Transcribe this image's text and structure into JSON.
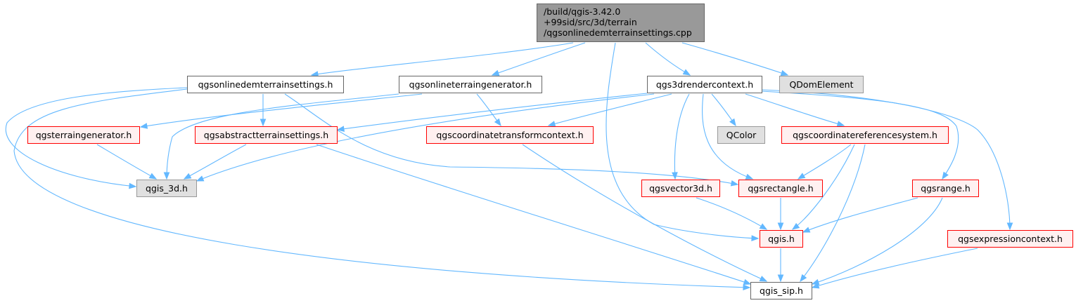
{
  "colors": {
    "edge": "#63b8ff",
    "root_fill": "#999999",
    "root_border": "#666666",
    "normal_fill": "#ffffff",
    "normal_border": "#666666",
    "truncated_fill": "#fff0f0",
    "truncated_border": "#ff0000",
    "external_fill": "#e0e0e0",
    "external_border": "#999999"
  },
  "nodes": {
    "root": {
      "lines": [
        "/build/qgis-3.42.0",
        "+99sid/src/3d/terrain",
        "/qgsonlinedemterrainsettings.cpp"
      ],
      "style": "root"
    },
    "onlinedemsettings_h": {
      "lines": [
        "qgsonlinedemterrainsettings.h"
      ],
      "style": "normal"
    },
    "onlineterraingen_h": {
      "lines": [
        "qgsonlineterraingenerator.h"
      ],
      "style": "normal"
    },
    "renderctx_h": {
      "lines": [
        "qgs3drendercontext.h"
      ],
      "style": "normal"
    },
    "qdomelement": {
      "lines": [
        "QDomElement"
      ],
      "style": "external"
    },
    "terraingen_h": {
      "lines": [
        "qgsterraingenerator.h"
      ],
      "style": "truncated"
    },
    "abstractterrain_h": {
      "lines": [
        "qgsabstractterrainsettings.h"
      ],
      "style": "truncated"
    },
    "coordxformctx_h": {
      "lines": [
        "qgscoordinatetransformcontext.h"
      ],
      "style": "truncated"
    },
    "qcolor": {
      "lines": [
        "QColor"
      ],
      "style": "external"
    },
    "crs_h": {
      "lines": [
        "qgscoordinatereferencesystem.h"
      ],
      "style": "truncated"
    },
    "qgis3d_h": {
      "lines": [
        "qgis_3d.h"
      ],
      "style": "external"
    },
    "vector3d_h": {
      "lines": [
        "qgsvector3d.h"
      ],
      "style": "truncated"
    },
    "rectangle_h": {
      "lines": [
        "qgsrectangle.h"
      ],
      "style": "truncated"
    },
    "range_h": {
      "lines": [
        "qgsrange.h"
      ],
      "style": "truncated"
    },
    "qgis_h": {
      "lines": [
        "qgis.h"
      ],
      "style": "truncated"
    },
    "exprctx_h": {
      "lines": [
        "qgsexpressioncontext.h"
      ],
      "style": "truncated"
    },
    "qgissip_h": {
      "lines": [
        "qgis_sip.h"
      ],
      "style": "normal"
    }
  },
  "edges": [
    [
      "root",
      "onlinedemsettings_h"
    ],
    [
      "root",
      "onlineterraingen_h"
    ],
    [
      "root",
      "renderctx_h"
    ],
    [
      "root",
      "qdomelement"
    ],
    [
      "root",
      "qgis_h"
    ],
    [
      "onlinedemsettings_h",
      "abstractterrain_h"
    ],
    [
      "onlinedemsettings_h",
      "qgis3d_h"
    ],
    [
      "onlinedemsettings_h",
      "rectangle_h"
    ],
    [
      "onlinedemsettings_h",
      "qgissip_h"
    ],
    [
      "onlineterraingen_h",
      "terraingen_h"
    ],
    [
      "onlineterraingen_h",
      "coordxformctx_h"
    ],
    [
      "onlineterraingen_h",
      "qgis3d_h"
    ],
    [
      "renderctx_h",
      "abstractterrain_h"
    ],
    [
      "renderctx_h",
      "coordxformctx_h"
    ],
    [
      "renderctx_h",
      "qcolor"
    ],
    [
      "renderctx_h",
      "crs_h"
    ],
    [
      "renderctx_h",
      "qgis3d_h"
    ],
    [
      "renderctx_h",
      "vector3d_h"
    ],
    [
      "renderctx_h",
      "rectangle_h"
    ],
    [
      "renderctx_h",
      "range_h"
    ],
    [
      "renderctx_h",
      "exprctx_h"
    ],
    [
      "terraingen_h",
      "qgis3d_h"
    ],
    [
      "abstractterrain_h",
      "qgis3d_h"
    ],
    [
      "abstractterrain_h",
      "qgissip_h"
    ],
    [
      "coordxformctx_h",
      "qgissip_h"
    ],
    [
      "crs_h",
      "rectangle_h"
    ],
    [
      "crs_h",
      "qgis_h"
    ],
    [
      "crs_h",
      "qgissip_h"
    ],
    [
      "vector3d_h",
      "qgis_h"
    ],
    [
      "rectangle_h",
      "qgis_h"
    ],
    [
      "range_h",
      "qgis_h"
    ],
    [
      "range_h",
      "qgissip_h"
    ],
    [
      "qgis_h",
      "qgissip_h"
    ],
    [
      "exprctx_h",
      "qgissip_h"
    ]
  ]
}
